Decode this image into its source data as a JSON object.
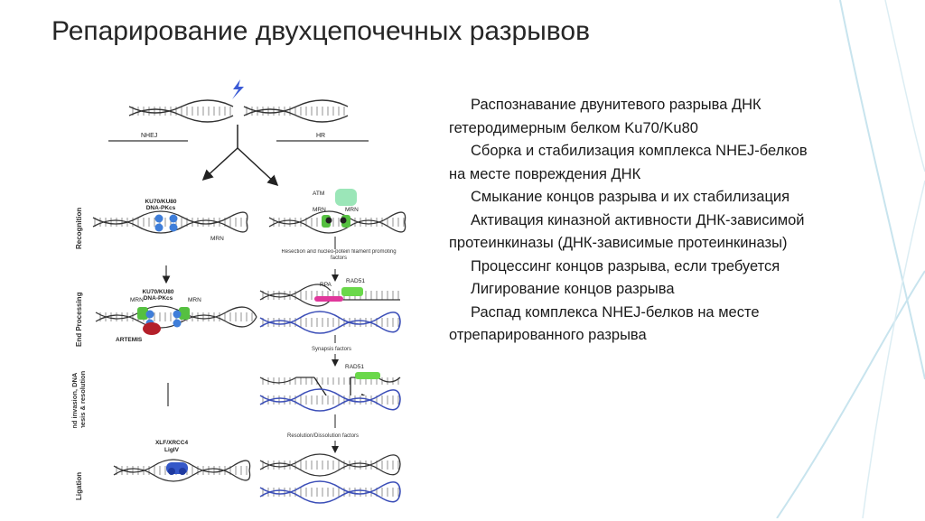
{
  "title": "Репарирование двухцепочечных разрывов",
  "steps": [
    "Распознавание двунитевого разрыва ДНК гетеродимерным белком Ku70/Ku80",
    "Сборка и стабилизация комплекса NHEJ-белков на месте повреждения ДНК",
    "Смыкание концов разрыва и их стабилизация",
    "Активация киназной активности ДНК-зависимой протеинкиназы (ДНК-зависимые протеинкиназы)",
    "Процессинг концов разрыва, если требуется",
    "Лигирование концов разрыва",
    "Распад комплекса NHEJ-белков на месте отрепарированного разрыва"
  ],
  "diagram": {
    "branches": {
      "left": "NHEJ",
      "right": "HR"
    },
    "stages": {
      "recognition": "Recognition",
      "end_processing": "End Processing",
      "strand_invasion": "Strand invasion, DNA synthesis & resolution",
      "ligation": "Ligation"
    },
    "labels": {
      "ku_dnapk": "KU70/KU80 DNA-PKcs",
      "mrn": "MRN",
      "atm": "ATM",
      "artemis": "ARTEMIS",
      "rpa": "RPA",
      "rad51": "RAD51",
      "xlf": "XLF/XRCC4 LigIV",
      "resection": "Resection and nucleo-potein filament promoting factors",
      "synapsis": "Synapsis factors",
      "resolution": "Resolution/Dissolution factors"
    },
    "colors": {
      "dna": "#333333",
      "homolog": "#3c4fb8",
      "ku": "#3f7ed9",
      "mrn": "#55c040",
      "atm": "#9be6b8",
      "artemis": "#b4202a",
      "rpa": "#e0379b",
      "rad51": "#6ad84a",
      "lightning": "#3b5bd6",
      "decor": "#c8e4ee"
    }
  }
}
